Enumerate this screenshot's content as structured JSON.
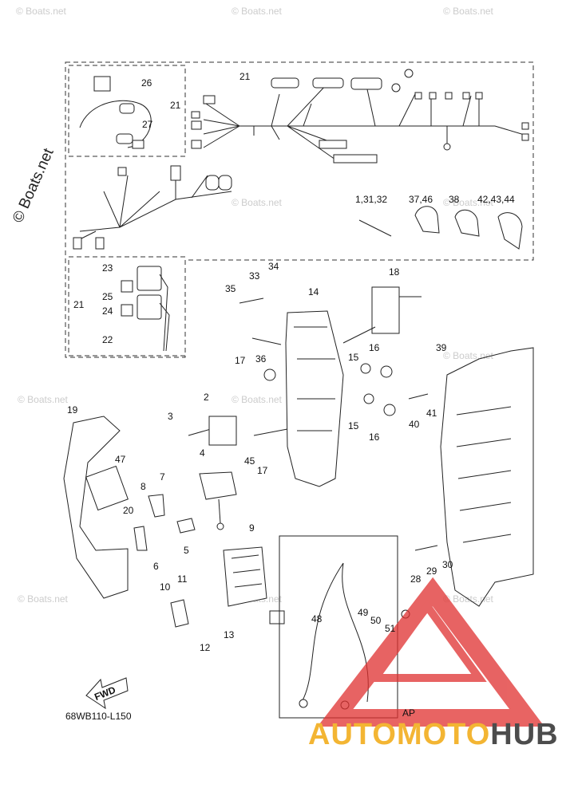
{
  "diagram_code": "68WB110-L150",
  "fwd_label": "FWD",
  "ap_label": "AP",
  "copyright": "© Boats.net",
  "watermark": "© Boats.net",
  "brand": {
    "part1": "AUTOMOTO",
    "part2": "HUB",
    "color1": "#f3b533",
    "color2": "#4c4c4c"
  },
  "colors": {
    "logo_red": "#e0302f",
    "line": "#222222"
  },
  "callouts": [
    "26",
    "21",
    "27",
    "21",
    "1,31,32",
    "37,46",
    "38",
    "42,43,44",
    "23",
    "21",
    "25",
    "24",
    "22",
    "35",
    "33",
    "34",
    "14",
    "18",
    "17",
    "36",
    "16",
    "15",
    "39",
    "2",
    "3",
    "15",
    "16",
    "40",
    "41",
    "45",
    "17",
    "19",
    "47",
    "4",
    "7",
    "8",
    "20",
    "5",
    "6",
    "9",
    "28",
    "29",
    "30",
    "10",
    "11",
    "13",
    "12",
    "48",
    "49",
    "50",
    "51"
  ]
}
